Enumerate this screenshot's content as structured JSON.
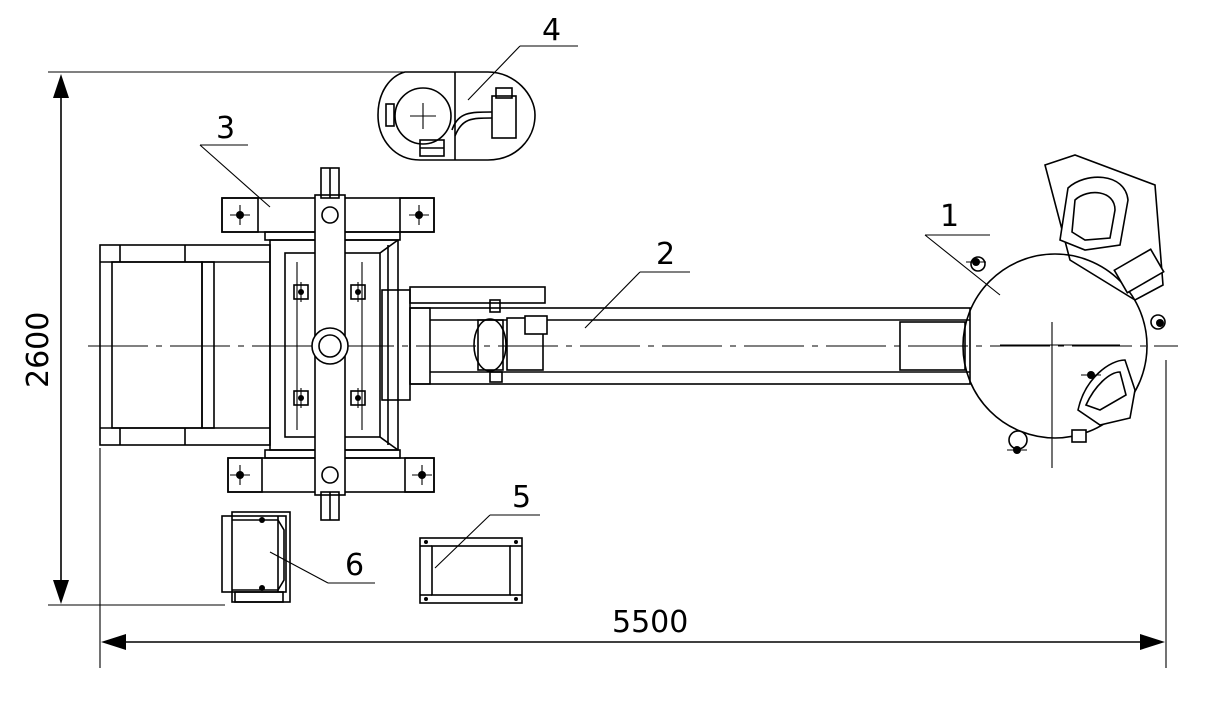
{
  "labels": {
    "item1": "1",
    "item2": "2",
    "item3": "3",
    "item4": "4",
    "item5": "5",
    "item6": "6"
  },
  "dimensions": {
    "width": "5500",
    "height": "2600"
  }
}
